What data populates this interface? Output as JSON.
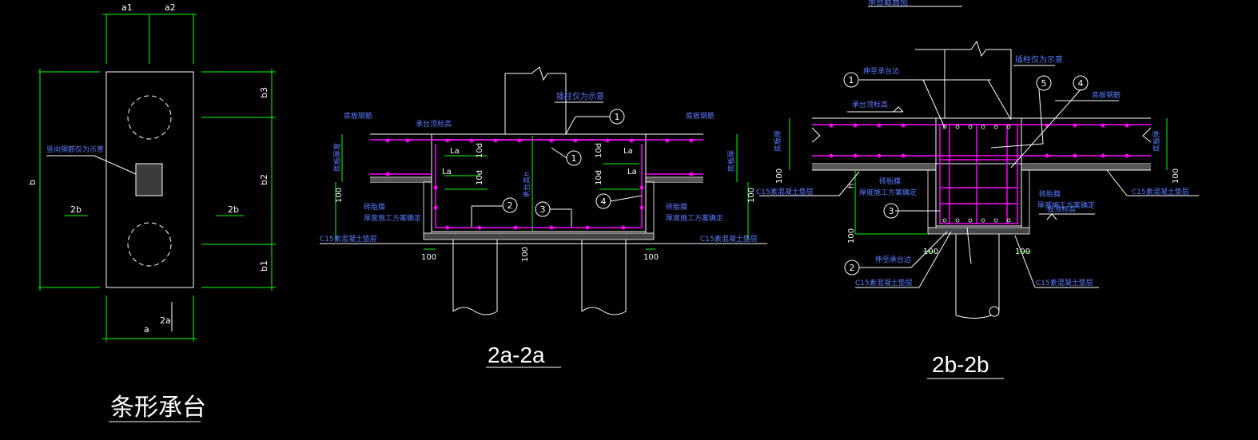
{
  "plan": {
    "title": "条形承台",
    "dims": {
      "a1": "a1",
      "a2": "a2",
      "b": "b",
      "b1": "b1",
      "b2": "b2",
      "b3": "b3",
      "a": "a",
      "a_2": "2a",
      "b_2": "2b"
    },
    "column_note": "竖向钢筋仅为示意"
  },
  "section_2a": {
    "title": "2a-2a",
    "column_note": "插柱仅为示意",
    "top_label": "承台顶标高",
    "left_rebar_label": "底板钢筋",
    "right_rebar_label": "底板钢筋",
    "slab_thk_left": "底板厚度",
    "slab_thk_right": "底板厚",
    "la": "La",
    "ten_d": "10d",
    "cap_height": "承台高h",
    "brick": "砖胎膜",
    "brick_note": "厚度施工方案确定",
    "c15": "C15素混凝土垫层",
    "dim100": "100",
    "callouts": [
      "1",
      "2",
      "3",
      "4"
    ],
    "colors": {
      "magenta": "#ff00ff",
      "green": "#00ff00",
      "white": "#ffffff",
      "blue": "#5b7bff"
    }
  },
  "section_2b": {
    "title": "2b-2b",
    "column_note": "插柱仅为示意",
    "top_label": "承台顶标高",
    "cap_label": "伸至承台边",
    "cap_label2": "伸至承台边",
    "bottom_rebar": "底板钢筋",
    "slab_thk": "底板厚",
    "h": "h",
    "brick": "砖胎膜",
    "brick_note": "厚度施工方案确定",
    "c15_left": "C15素混凝土垫层",
    "c15_right": "C15素混凝土垫层",
    "c15_bottom_left": "C15素混凝土垫层",
    "c15_bottom_right": "C15素混凝土垫层",
    "slab_label": "板顶标高",
    "dim100": "100",
    "callouts": [
      "1",
      "2",
      "3",
      "4",
      "5"
    ]
  },
  "top_fragment": "承台截面图"
}
